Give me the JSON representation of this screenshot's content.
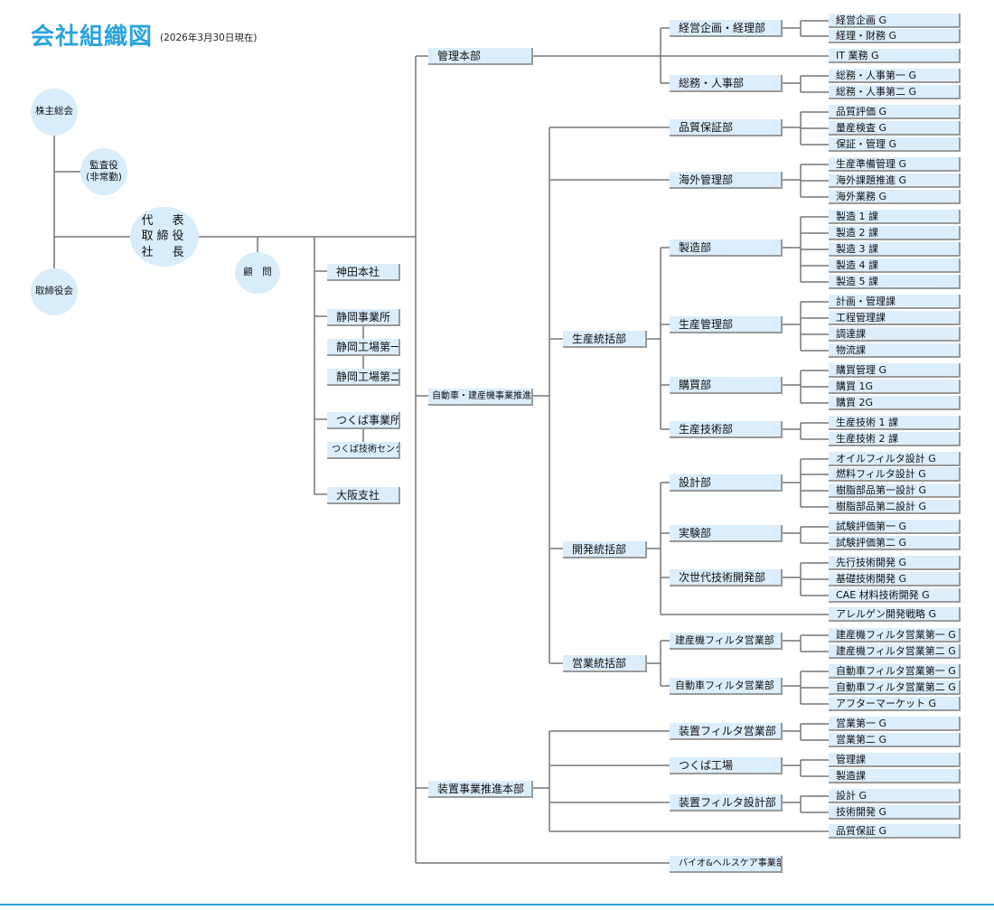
{
  "header": {
    "title": "会社組織図",
    "date": "(2026年3月30日現在)"
  },
  "colors": {
    "accent": "#2aa3de",
    "box_fill": "#dcedfb",
    "line": "#777777"
  },
  "left": {
    "shareholders": "株主総会",
    "auditor": "監査役\n(非常勤)",
    "board": "取締役会",
    "representative": "代　表\n取締役\n社　長",
    "advisor": "顧　問"
  },
  "offices": {
    "kanda": "神田本社",
    "shizuoka_office": "静岡事業所",
    "shizuoka_plant1": "静岡工場第一",
    "shizuoka_plant2": "静岡工場第二",
    "tsukuba_office": "つくば事業所",
    "tsukuba_tech": "つくば技術センター",
    "osaka": "大阪支社"
  },
  "headquarters": {
    "management": "管理本部",
    "automotive": "自動車・建産機事業推進本部",
    "equipment": "装置事業推進本部",
    "bio": "バイオ&ヘルスケア事業部"
  },
  "divisions": {
    "production": "生産統括部",
    "development": "開発統括部",
    "sales": "営業統括部"
  },
  "departments": {
    "planning": "経営企画・経理部",
    "general_affairs": "総務・人事部",
    "quality": "品質保証部",
    "overseas": "海外管理部",
    "manufacturing": "製造部",
    "production_mgmt": "生産管理部",
    "purchasing": "購買部",
    "prod_engineering": "生産技術部",
    "design": "設計部",
    "testing": "実験部",
    "next_gen": "次世代技術開発部",
    "cm_sales": "建産機フィルタ営業部",
    "auto_sales": "自動車フィルタ営業部",
    "equip_sales": "装置フィルタ営業部",
    "tsukuba_plant": "つくば工場",
    "equip_design": "装置フィルタ設計部"
  },
  "groups": {
    "planning_g": "経営企画 G",
    "finance_g": "経理・財務 G",
    "it_g": "IT 業務 G",
    "ga_hr1": "総務・人事第一 G",
    "ga_hr2": "総務・人事第二 G",
    "qa_eval": "品質評価 G",
    "mass_insp": "量産検査 G",
    "qa_mgmt": "保証・管理 G",
    "prep_mgmt": "生産準備管理 G",
    "overseas_issue": "海外課題推進 G",
    "overseas_biz": "海外業務 G",
    "mfg1": "製造 1 課",
    "mfg2": "製造 2 課",
    "mfg3": "製造 3 課",
    "mfg4": "製造 4 課",
    "mfg5": "製造 5 課",
    "plan_mgmt": "計画・管理課",
    "process_mgmt": "工程管理課",
    "procurement": "調達課",
    "logistics": "物流課",
    "purch_mgmt": "購買管理 G",
    "purch1": "購買 1G",
    "purch2": "購買 2G",
    "pe1": "生産技術 1 課",
    "pe2": "生産技術 2 課",
    "oil_design": "オイルフィルタ設計 G",
    "fuel_design": "燃料フィルタ設計 G",
    "resin1": "樹脂部品第一設計 G",
    "resin2": "樹脂部品第二設計 G",
    "test1": "試験評価第一 G",
    "test2": "試験評価第二 G",
    "adv_dev": "先行技術開発 G",
    "basic_dev": "基礎技術開発 G",
    "cae": "CAE 材料技術開発 G",
    "allergen": "アレルゲン開発戦略 G",
    "cm_sales1": "建産機フィルタ営業第一 G",
    "cm_sales2": "建産機フィルタ営業第二 G",
    "auto_sales1": "自動車フィルタ営業第一 G",
    "auto_sales2": "自動車フィルタ営業第二 G",
    "aftermarket": "アフターマーケット G",
    "sales1": "営業第一 G",
    "sales2": "営業第二 G",
    "mgmt_sec": "管理課",
    "mfg_sec": "製造課",
    "design_g": "設計 G",
    "tech_dev": "技術開発 G",
    "qa_g": "品質保証 G"
  }
}
